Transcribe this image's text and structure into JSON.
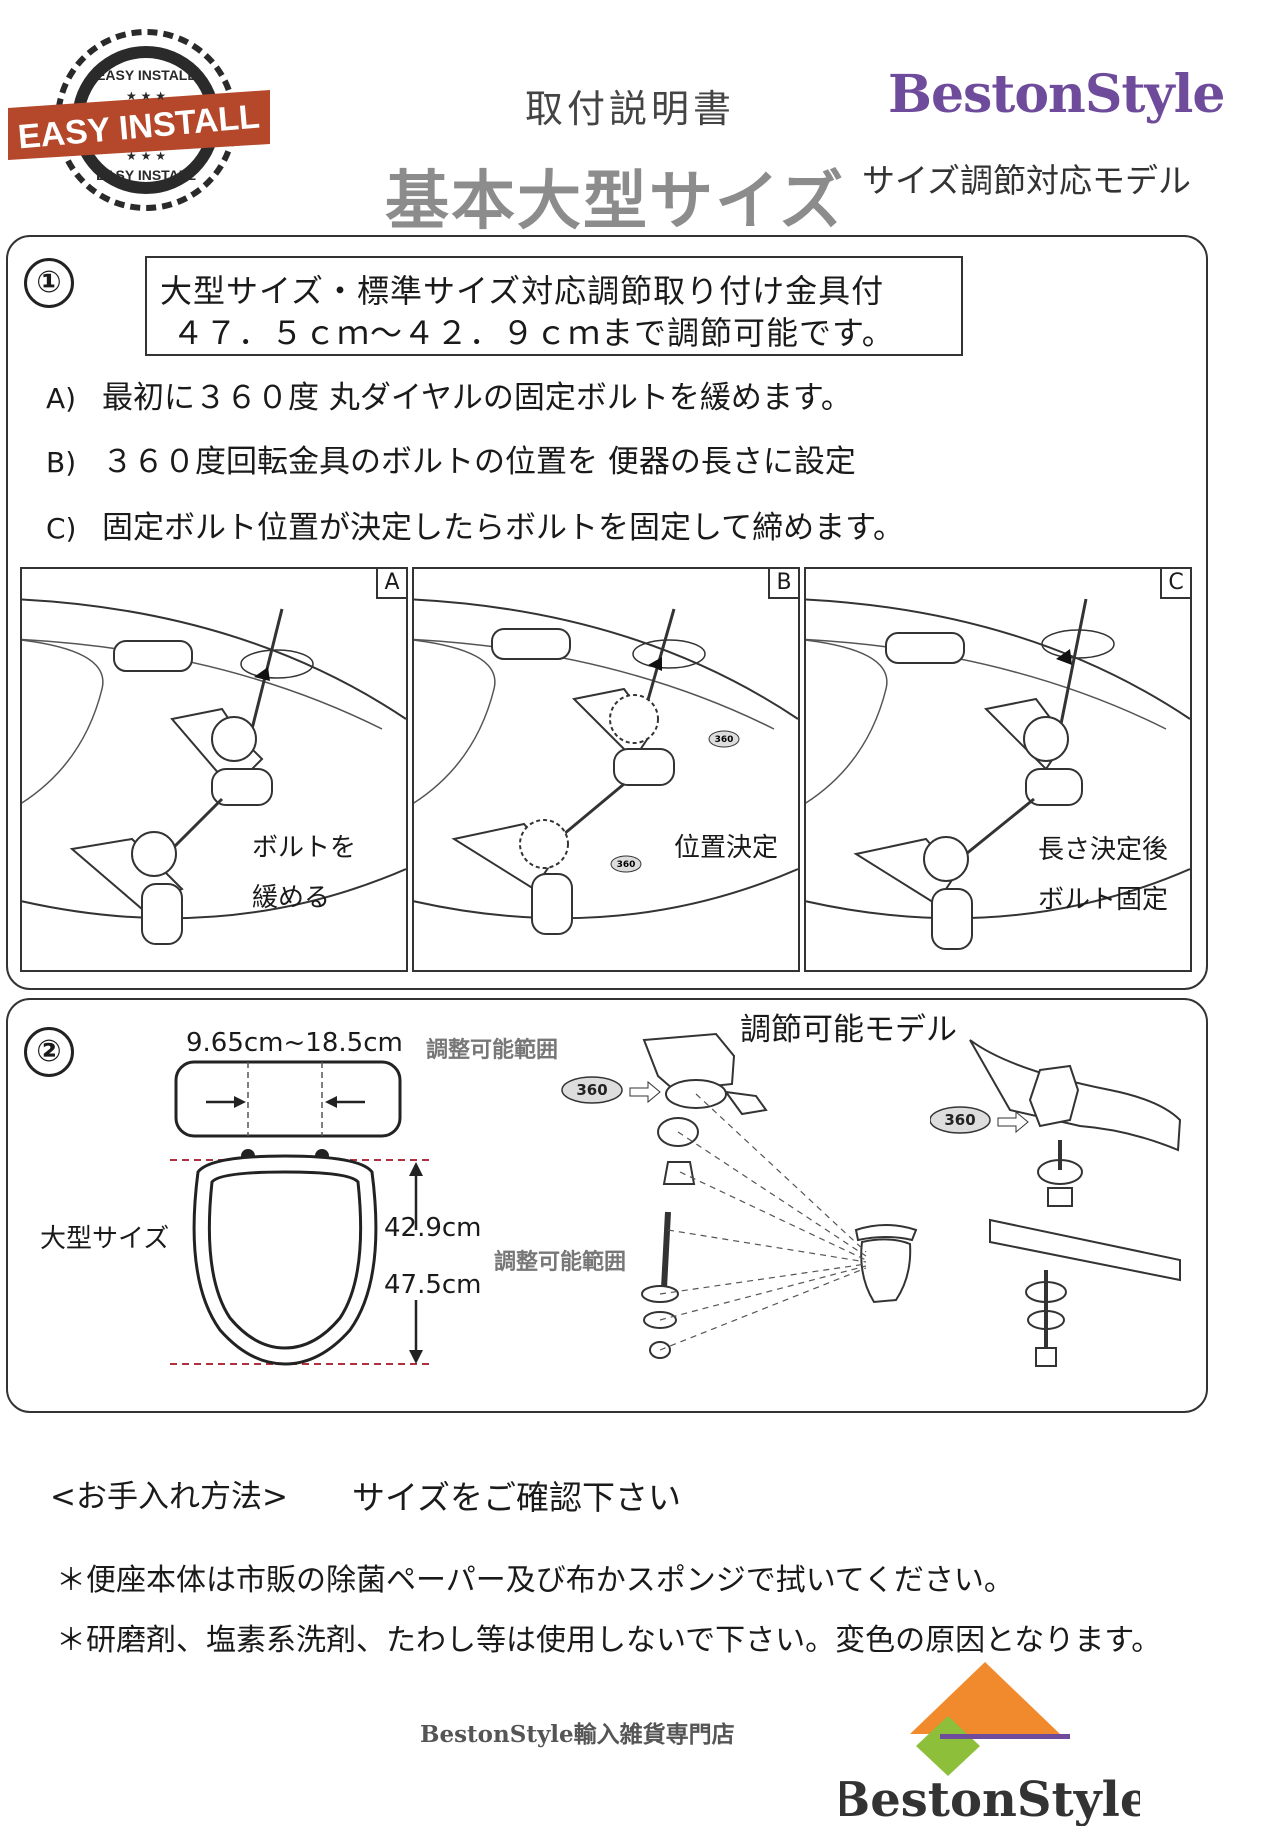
{
  "header": {
    "badge_text_top": "EASY INSTALL",
    "badge_text_main": "EASY INSTALL",
    "badge_text_bottom": "EASY INSTALL",
    "subtitle": "取付説明書",
    "title": "基本大型サイズ",
    "brand": "BestonStyle",
    "brand_subtitle": "サイズ調節対応モデル"
  },
  "section1": {
    "number": "①",
    "note_line1": "大型サイズ・標準サイズ対応調節取り付け金具付",
    "note_line2": "４７．５ｃｍ～４２．９ｃｍまで調節可能です。",
    "steps": [
      {
        "label": "A)",
        "text": "最初に３６０度 丸ダイヤルの固定ボルトを緩めます。"
      },
      {
        "label": "B)",
        "text": "３６０度回転金具のボルトの位置を 便器の長さに設定"
      },
      {
        "label": "C)",
        "text": "固定ボルト位置が決定したらボルトを固定して締めます。"
      }
    ],
    "illustrations": [
      {
        "corner": "A",
        "caption1": "ボルトを",
        "caption2": "緩める"
      },
      {
        "corner": "B",
        "caption1": "位置決定",
        "caption2": ""
      },
      {
        "corner": "C",
        "caption1": "長さ決定後",
        "caption2": "ボルト固定"
      }
    ],
    "badge_360": "360"
  },
  "section2": {
    "number": "②",
    "width_range": "9.65cm~18.5cm",
    "adjust_range_label": "調整可能範囲",
    "size_label": "大型サイズ",
    "length_min": "42.9cm",
    "length_max": "47.5cm",
    "adjustable_model": "調節可能モデル",
    "adjust_range_label2": "調整可能範囲",
    "badge_360": "360",
    "badge_360b": "360"
  },
  "care": {
    "heading": "<お手入れ方法>",
    "size_note": "サイズをご確認下さい",
    "line1": "＊便座本体は市販の除菌ペーパー及び布かスポンジで拭いてください。",
    "line2": "＊研磨剤、塩素系洗剤、たわし等は使用しないで下さい。変色の原因となります。"
  },
  "footer": {
    "shop": "BestonStyle輸入雑貨専門店",
    "logo_text": "BestonStyle"
  },
  "colors": {
    "brand_purple": "#6f4b9c",
    "badge_red": "#b5482a",
    "logo_orange": "#f08a2c",
    "logo_green": "#8dbf3a",
    "dash_red": "#b03040"
  }
}
